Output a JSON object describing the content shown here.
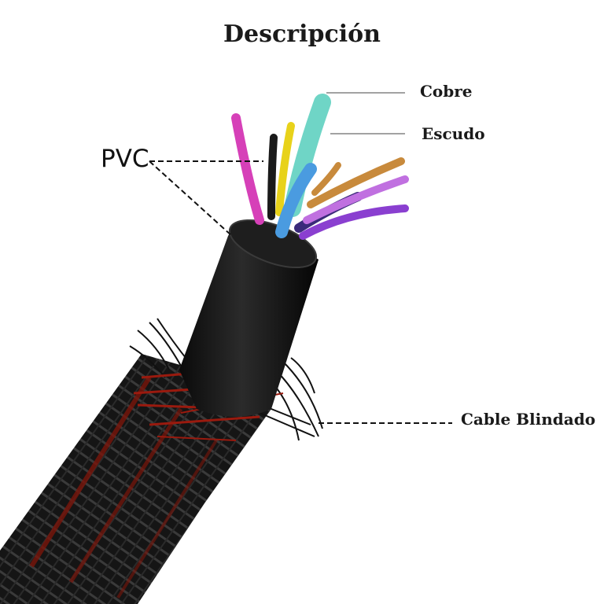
{
  "title": "Descripción",
  "labels": {
    "cobre": "Cobre",
    "escudo": "Escudo",
    "pvc": "PVC",
    "cable_blindado": "Cable Blindado"
  },
  "colors": {
    "jacket": "#111111",
    "braid_black": "#1b1b1b",
    "braid_red": "#9a1a0e",
    "wire_pink": "#d640b8",
    "wire_black": "#1a1a1a",
    "wire_yellow": "#e8d21a",
    "wire_teal": "#5fd0c0",
    "wire_blue": "#4a9be0",
    "wire_purple": "#8a3fd0",
    "wire_violet": "#c070e0",
    "copper": "#c88a3c"
  }
}
